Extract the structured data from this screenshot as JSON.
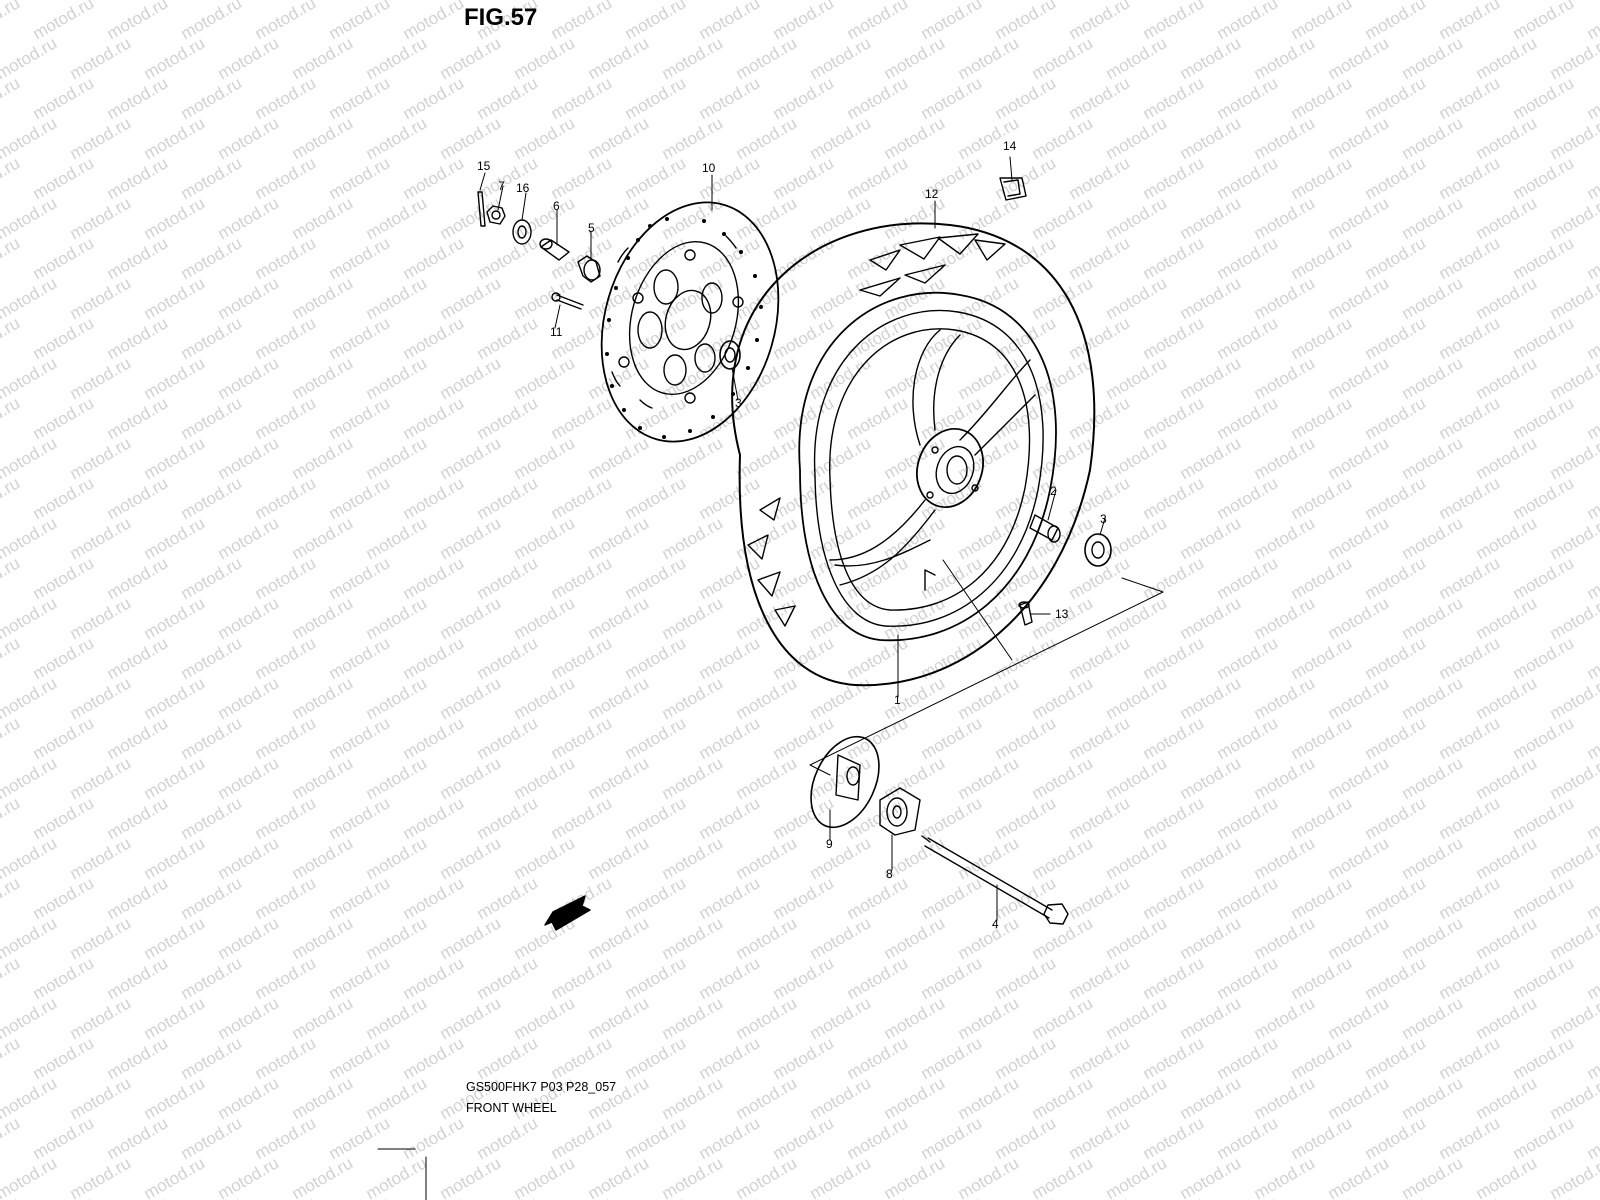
{
  "figure": {
    "title": "FIG.57",
    "code": "GS500FHK7 P03 P28_057",
    "name": "FRONT WHEEL"
  },
  "watermark": {
    "text": "motod.ru",
    "color": "#d2d2d2"
  },
  "fwd_label": "FWD",
  "callouts": [
    "15",
    "7",
    "16",
    "6",
    "5",
    "10",
    "11",
    "3",
    "12",
    "14",
    "2",
    "3",
    "13",
    "1",
    "9",
    "8",
    "4"
  ]
}
